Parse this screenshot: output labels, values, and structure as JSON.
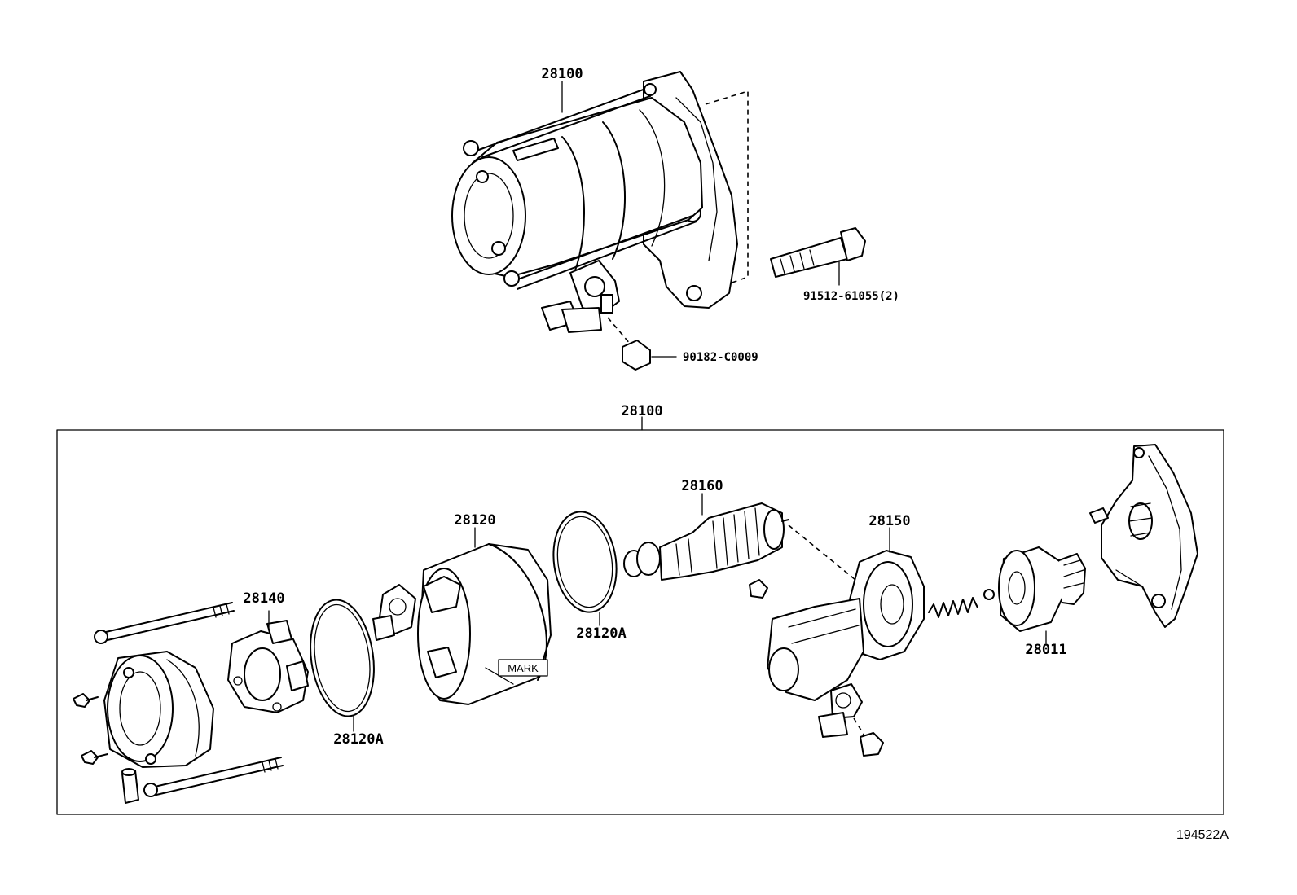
{
  "top_assembly": {
    "label": "28100",
    "callouts": {
      "bolt": "91512-61055(2)",
      "nut": "90182-C0009"
    }
  },
  "exploded_view": {
    "label": "28100",
    "parts": {
      "commutator_end_frame": "28140",
      "yoke": "28120",
      "yoke_seal_left": "28120A",
      "yoke_seal_right": "28120A",
      "armature": "28160",
      "magnet_switch": "28150",
      "clutch": "28011"
    },
    "mark_tag": "MARK"
  },
  "figure_id": "194522A"
}
